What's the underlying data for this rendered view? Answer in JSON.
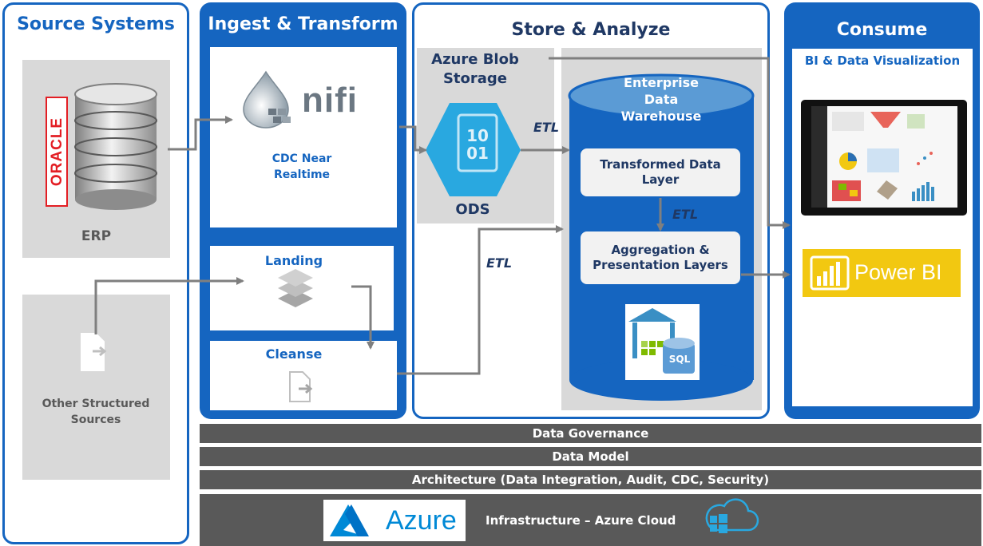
{
  "columns": {
    "source": {
      "title": "Source Systems"
    },
    "ingest": {
      "title": "Ingest & Transform"
    },
    "store": {
      "title": "Store & Analyze"
    },
    "consume": {
      "title": "Consume"
    }
  },
  "source": {
    "erp_label": "ERP",
    "oracle_logo_text": "ORACLE",
    "other_label": "Other Structured Sources"
  },
  "ingest": {
    "nifi_logo_text": "nifi",
    "cdc_label": "CDC Near Realtime",
    "landing_label": "Landing",
    "cleanse_label": "Cleanse"
  },
  "store": {
    "blob_label": "Azure Blob Storage",
    "ods_label": "ODS",
    "hex_text_1": "10",
    "hex_text_2": "01",
    "edw_label": "Enterprise Data Warehouse",
    "transformed_label": "Transformed Data Layer",
    "aggregation_label": "Aggregation & Presentation Layers",
    "sql_label": "SQL",
    "etl_1": "ETL",
    "etl_2": "ETL",
    "etl_3": "ETL"
  },
  "consume": {
    "bi_label": "BI & Data Visualization",
    "powerbi_label": "Power BI"
  },
  "bands": {
    "governance": "Data Governance",
    "model": "Data Model",
    "architecture": "Architecture (Data Integration, Audit, CDC, Security)",
    "infrastructure": "Infrastructure – Azure Cloud",
    "azure_logo_text": "Azure"
  },
  "colors": {
    "brand_blue": "#1565c0",
    "cylinder_blue": "#1565c0",
    "cylinder_top": "#5b9bd5",
    "hex_blue": "#29a8e0",
    "powerbi_yellow": "#f2c811",
    "oracle_red": "#e31e24",
    "band_gray": "#595959"
  }
}
